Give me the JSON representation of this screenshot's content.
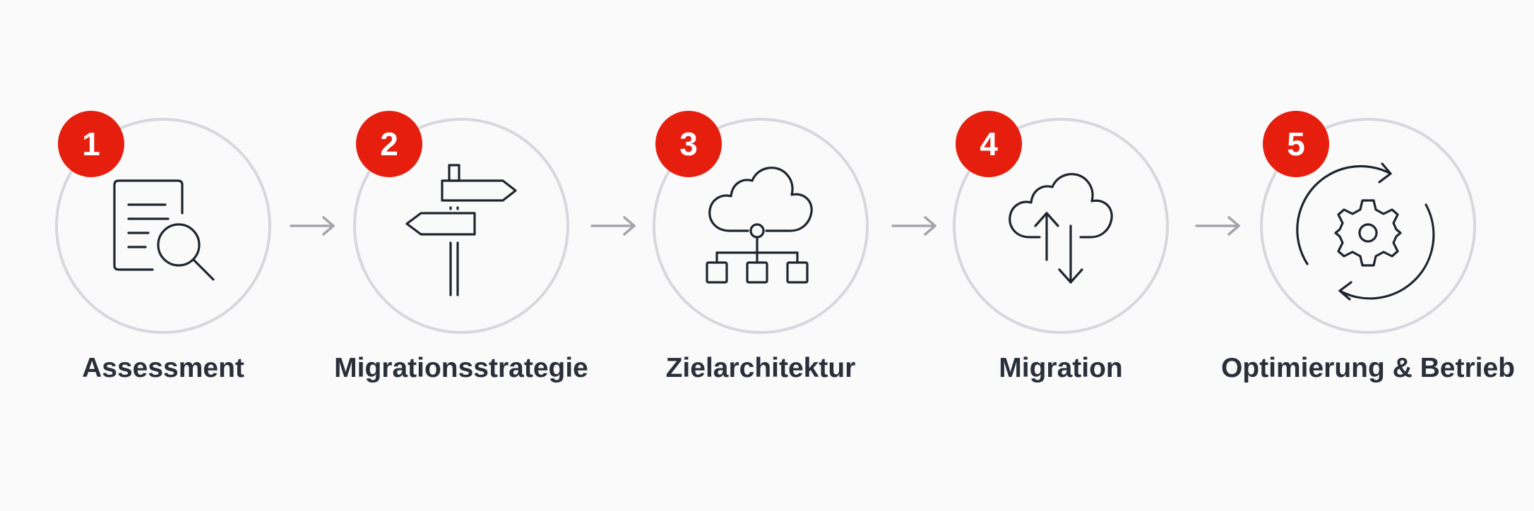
{
  "colors": {
    "accent": "#e61e0e",
    "ring": "#d7d8dd",
    "icon": "#1f242e",
    "arrow": "#a3a5aa",
    "label": "#2a2f3a"
  },
  "steps": [
    {
      "number": "1",
      "label": "Assessment",
      "icon": "document-search-icon"
    },
    {
      "number": "2",
      "label": "Migrationsstrategie",
      "icon": "signpost-icon"
    },
    {
      "number": "3",
      "label": "Zielarchitektur",
      "icon": "cloud-architecture-icon"
    },
    {
      "number": "4",
      "label": "Migration",
      "icon": "cloud-transfer-icon"
    },
    {
      "number": "5",
      "label": "Optimierung & Betrieb",
      "icon": "gear-cycle-icon"
    }
  ]
}
